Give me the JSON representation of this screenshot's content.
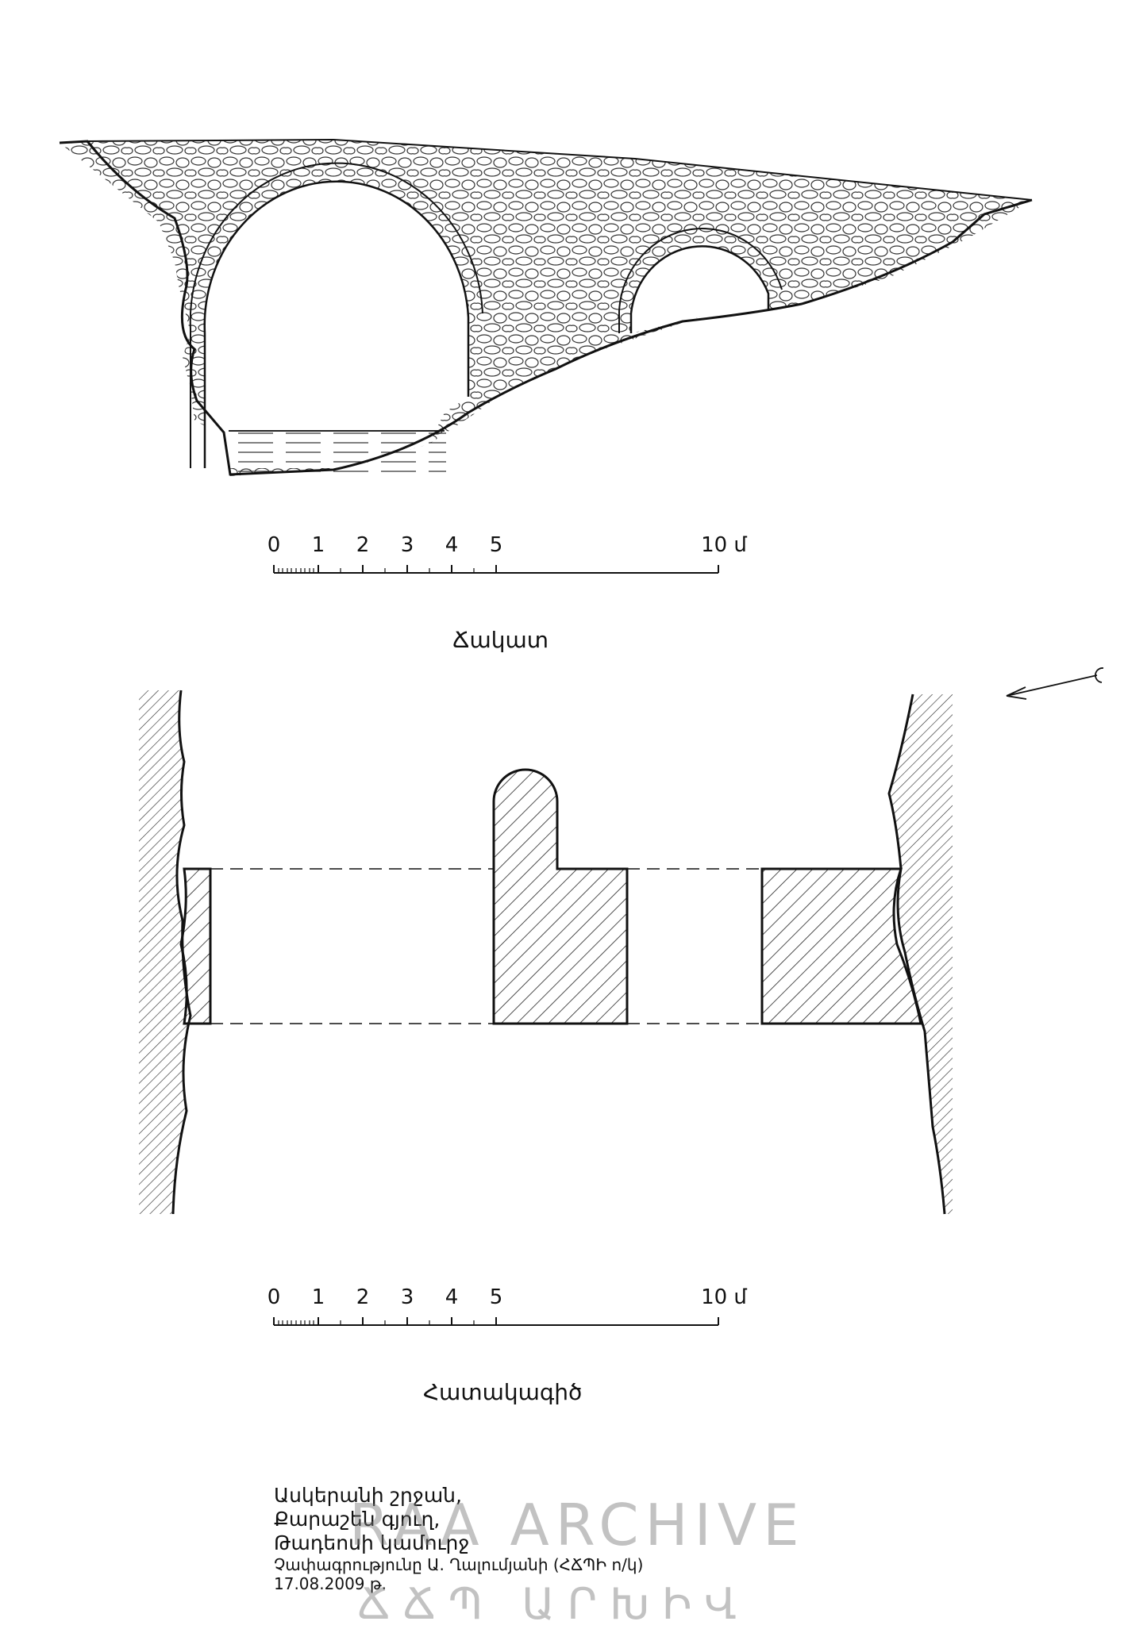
{
  "elevation_label": "Ճակատ",
  "plan_label": "Հատակագիծ",
  "scale": {
    "tick_labels": [
      "0",
      "1",
      "2",
      "3",
      "4",
      "5",
      "10 մ"
    ]
  },
  "caption": {
    "line1": "Ասկերանի շրջան,",
    "line2": "Քարաշեն գյուղ,",
    "line3": "Թադեոսի կամուրջ",
    "line4": "Չափագրությունը Ա. Ղալումյանի (ՀՃՊԻ ո/կ)",
    "line5": "17.08.2009 թ."
  },
  "watermark": {
    "line1": "RAA ARCHIVE",
    "line2": "ՃՃՊ ԱՐԽԻՎ"
  }
}
